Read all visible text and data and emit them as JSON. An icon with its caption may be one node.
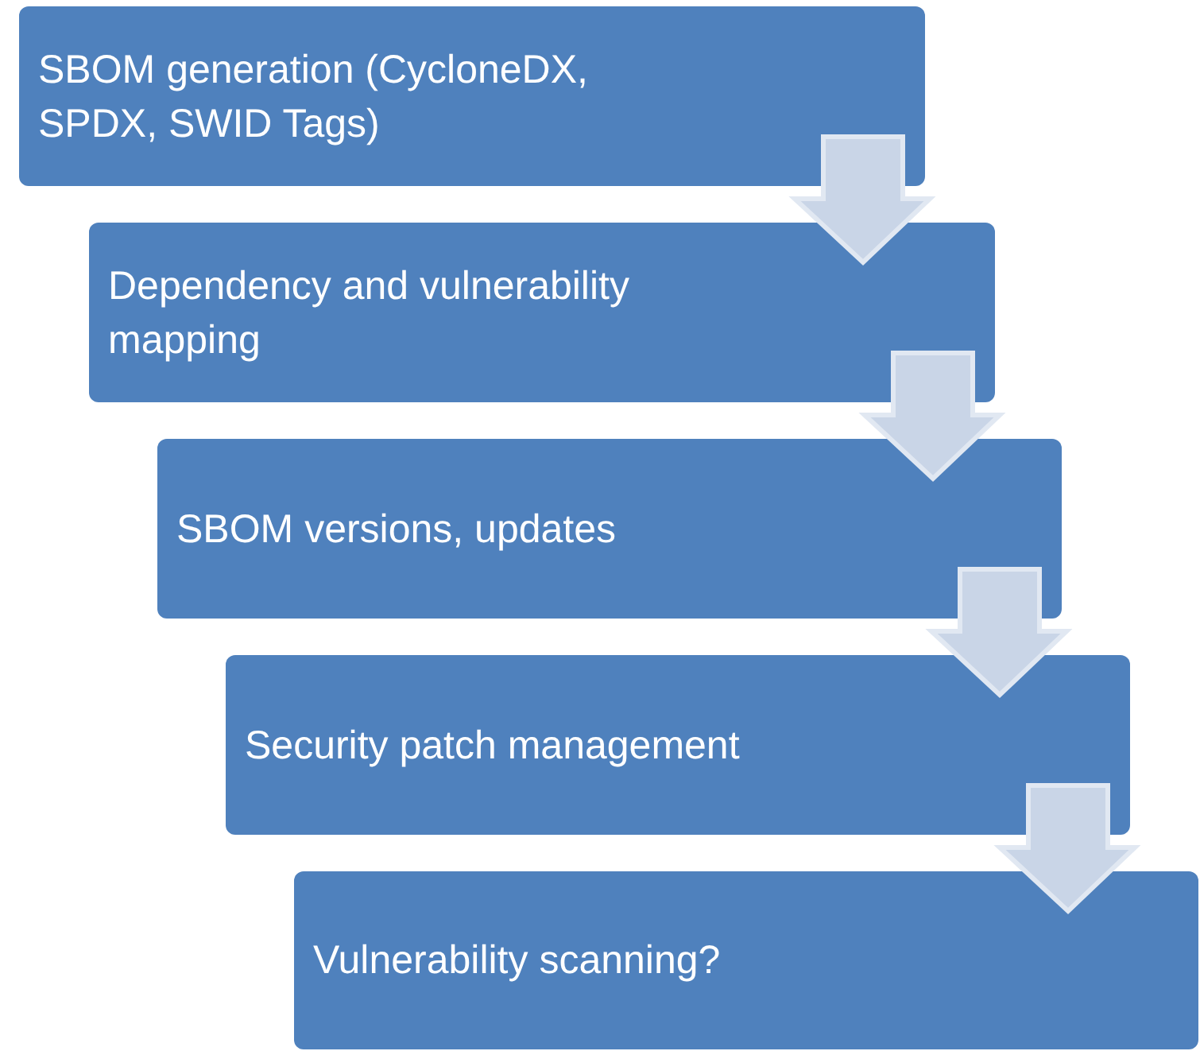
{
  "diagram": {
    "nodes": [
      {
        "text": [
          "SBOM generation (CycloneDX, SPDX, SWID Tags)"
        ]
      },
      {
        "text": [
          "Dependency and vulnerability mapping"
        ]
      },
      {
        "text": [
          "SBOM versions, updates"
        ]
      },
      {
        "text": [
          "Security patch management"
        ]
      },
      {
        "text": [
          "Vulnerability scanning?"
        ]
      }
    ],
    "edges": [
      {
        "from": 0,
        "to": 1,
        "arrow": "to"
      },
      {
        "from": 1,
        "to": 2,
        "arrow": "to"
      },
      {
        "from": 2,
        "to": 3,
        "arrow": "to"
      },
      {
        "from": 3,
        "to": 4,
        "arrow": "to"
      }
    ]
  }
}
